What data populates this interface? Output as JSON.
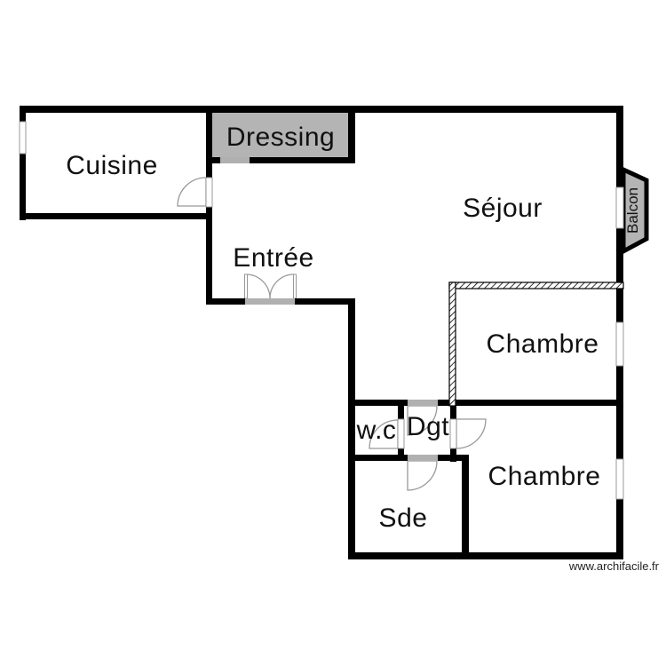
{
  "rooms": {
    "cuisine": {
      "label": "Cuisine"
    },
    "dressing": {
      "label": "Dressing"
    },
    "sejour": {
      "label": "Séjour"
    },
    "entree": {
      "label": "Entrée"
    },
    "chambre1": {
      "label": "Chambre"
    },
    "chambre2": {
      "label": "Chambre"
    },
    "wc": {
      "label": "w.c"
    },
    "dgt": {
      "label": "Dgt"
    },
    "sde": {
      "label": "Sde"
    },
    "balcon": {
      "label": "Balcon"
    }
  },
  "watermark": "www.archifacile.fr",
  "colors": {
    "wall": "#000000",
    "gray_fill": "#b4b4b4",
    "opening": "#b0b0b0",
    "door": "#999999",
    "background": "#ffffff",
    "text": "#111111"
  }
}
